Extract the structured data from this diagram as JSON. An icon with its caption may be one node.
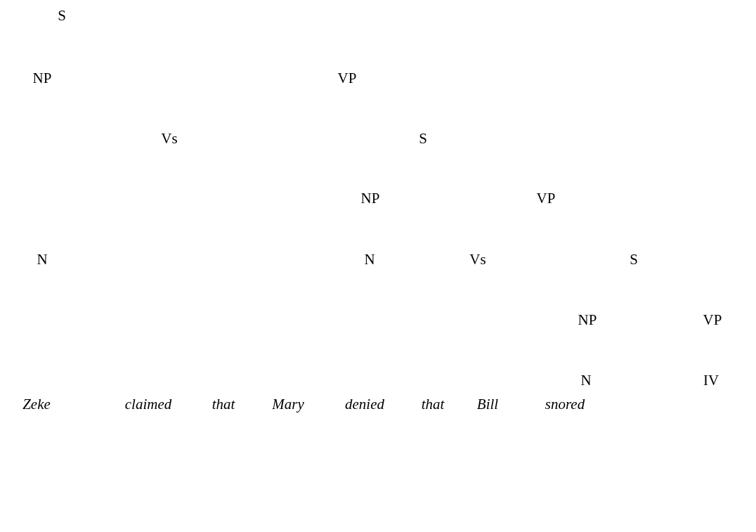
{
  "diagram": {
    "labels": [
      "S",
      "NP",
      "VP",
      "Vs",
      "S",
      "NP",
      "VP",
      "N",
      "N",
      "Vs",
      "S",
      "NP",
      "VP",
      "N",
      "IV",
      "Zeke",
      "claimed",
      "that",
      "Mary",
      "denied",
      "that",
      "Bill",
      "snored"
    ]
  }
}
